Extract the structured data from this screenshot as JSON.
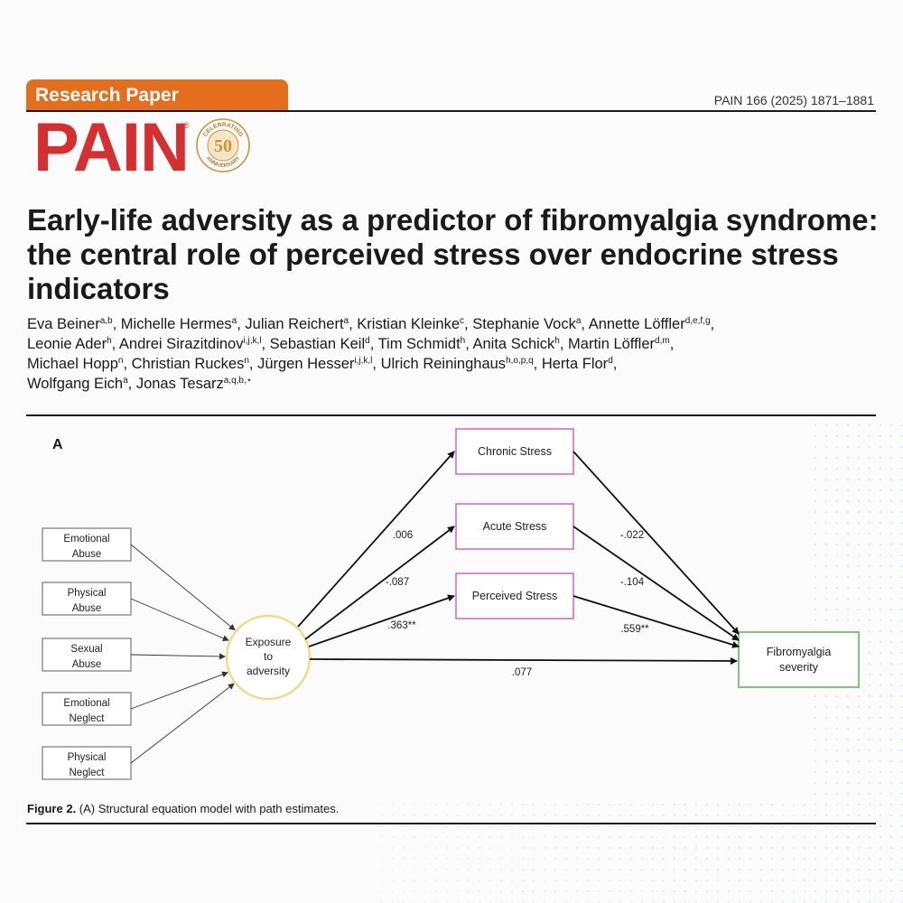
{
  "header": {
    "label": "Research Paper",
    "citation": "PAIN 166 (2025) 1871–1881",
    "brand": "PAIN",
    "brand_mark": "®",
    "badge": {
      "top_text": "CELEBRATING",
      "number": "50",
      "bottom_text": "ANNIVERSARY"
    }
  },
  "title": "Early-life adversity as a predictor of fibromyalgia syndrome: the central role of perceived stress over endocrine stress indicators",
  "authors": [
    {
      "name": "Eva Beiner",
      "aff": "a,b"
    },
    {
      "name": "Michelle Hermes",
      "aff": "a"
    },
    {
      "name": "Julian Reichert",
      "aff": "a"
    },
    {
      "name": "Kristian Kleinke",
      "aff": "c"
    },
    {
      "name": "Stephanie Vock",
      "aff": "a"
    },
    {
      "name": "Annette Löffler",
      "aff": "d,e,f,g"
    },
    {
      "name": "Leonie Ader",
      "aff": "h"
    },
    {
      "name": "Andrei Sirazitdinov",
      "aff": "i,j,k,l"
    },
    {
      "name": "Sebastian Keil",
      "aff": "d"
    },
    {
      "name": "Tim Schmidt",
      "aff": "h"
    },
    {
      "name": "Anita Schick",
      "aff": "h"
    },
    {
      "name": "Martin Löffler",
      "aff": "d,m"
    },
    {
      "name": "Michael Hopp",
      "aff": "n"
    },
    {
      "name": "Christian Ruckes",
      "aff": "n"
    },
    {
      "name": "Jürgen Hesser",
      "aff": "i,j,k,l"
    },
    {
      "name": "Ulrich Reininghaus",
      "aff": "h,o,p,q"
    },
    {
      "name": "Herta Flor",
      "aff": "d"
    },
    {
      "name": "Wolfgang Eich",
      "aff": "a"
    },
    {
      "name": "Jonas Tesarz",
      "aff": "a,q,b,⋆"
    }
  ],
  "figure": {
    "panel": "A",
    "caption_label": "Figure 2.",
    "caption_text": " (A) Structural equation model with path estimates.",
    "indicators": [
      [
        "Emotional",
        "Abuse"
      ],
      [
        "Physical",
        "Abuse"
      ],
      [
        "Sexual",
        "Abuse"
      ],
      [
        "Emotional",
        "Neglect"
      ],
      [
        "Physical",
        "Neglect"
      ]
    ],
    "latent": [
      "Exposure",
      "to",
      "adversity"
    ],
    "mediators": [
      "Chronic Stress",
      "Acute Stress",
      "Perceived Stress"
    ],
    "outcome": [
      "Fibromyalgia",
      "severity"
    ],
    "paths_a": [
      ".006",
      "-.087",
      ".363**"
    ],
    "paths_b": [
      "-.022",
      "-.104",
      ".559**"
    ],
    "direct": ".077",
    "colors": {
      "indicator": "#777777",
      "latent": "#f5d98a",
      "mediator": "#d45aa8",
      "outcome": "#7cc77a"
    }
  }
}
